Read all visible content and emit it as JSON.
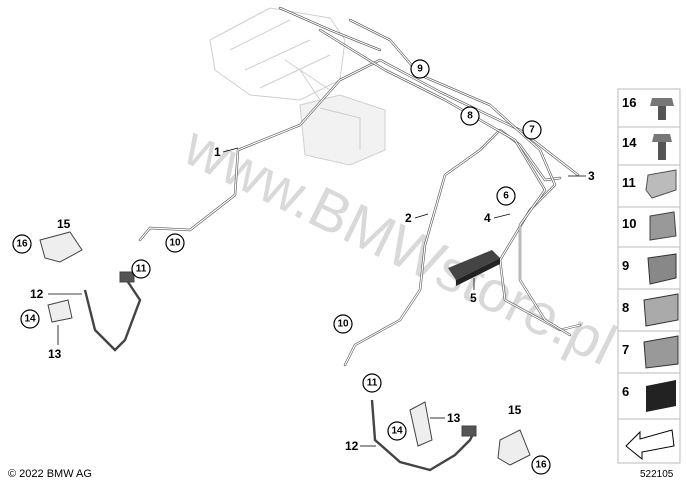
{
  "diagram": {
    "watermark": "www.BMWstore.pl",
    "copyright": "© 2022 BMW AG",
    "part_number": "522105",
    "callouts": {
      "c1": "1",
      "c2": "2",
      "c3": "3",
      "c4": "4",
      "c5": "5",
      "c6": "6",
      "c7": "7",
      "c8": "8",
      "c9": "9",
      "c10a": "10",
      "c10b": "10",
      "c11a": "11",
      "c11b": "11",
      "c12a": "12",
      "c12b": "12",
      "c13a": "13",
      "c13b": "13",
      "c14a": "14",
      "c14b": "14",
      "c15a": "15",
      "c15b": "15",
      "c16a": "16",
      "c16b": "16"
    },
    "legend": [
      {
        "num": "16",
        "icon": "collar-screw-icon"
      },
      {
        "num": "14",
        "icon": "hex-bolt-icon"
      },
      {
        "num": "11",
        "icon": "bracket-clip-icon"
      },
      {
        "num": "10",
        "icon": "single-pipe-clip-icon"
      },
      {
        "num": "9",
        "icon": "double-pipe-clip-icon"
      },
      {
        "num": "8",
        "icon": "triple-pipe-clip-icon"
      },
      {
        "num": "7",
        "icon": "quad-pipe-clip-icon"
      },
      {
        "num": "6",
        "icon": "pipe-holder-block-icon"
      },
      {
        "num": "",
        "icon": "arrow-icon"
      }
    ]
  }
}
